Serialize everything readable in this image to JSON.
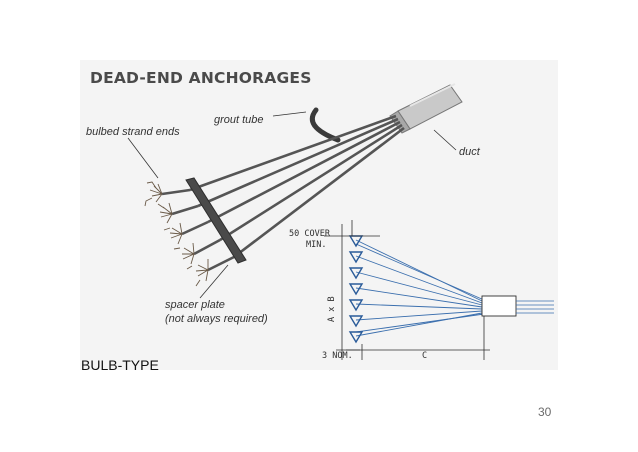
{
  "figure": {
    "title": "DEAD-END ANCHORAGES",
    "labels": {
      "bulbed_strand_ends": "bulbed strand ends",
      "grout_tube": "grout tube",
      "duct": "duct",
      "spacer_plate_line1": "spacer plate",
      "spacer_plate_line2": "(not always required)"
    },
    "detail": {
      "cover": "50 COVER",
      "min": "MIN.",
      "axb": "A x B",
      "nom": "3 NOM.",
      "c": "C"
    }
  },
  "caption": "BULB-TYPE",
  "page_number": "30",
  "colors": {
    "strand": "#555555",
    "detail_line": "#3b6fae",
    "figure_bg": "#f4f4f4"
  }
}
